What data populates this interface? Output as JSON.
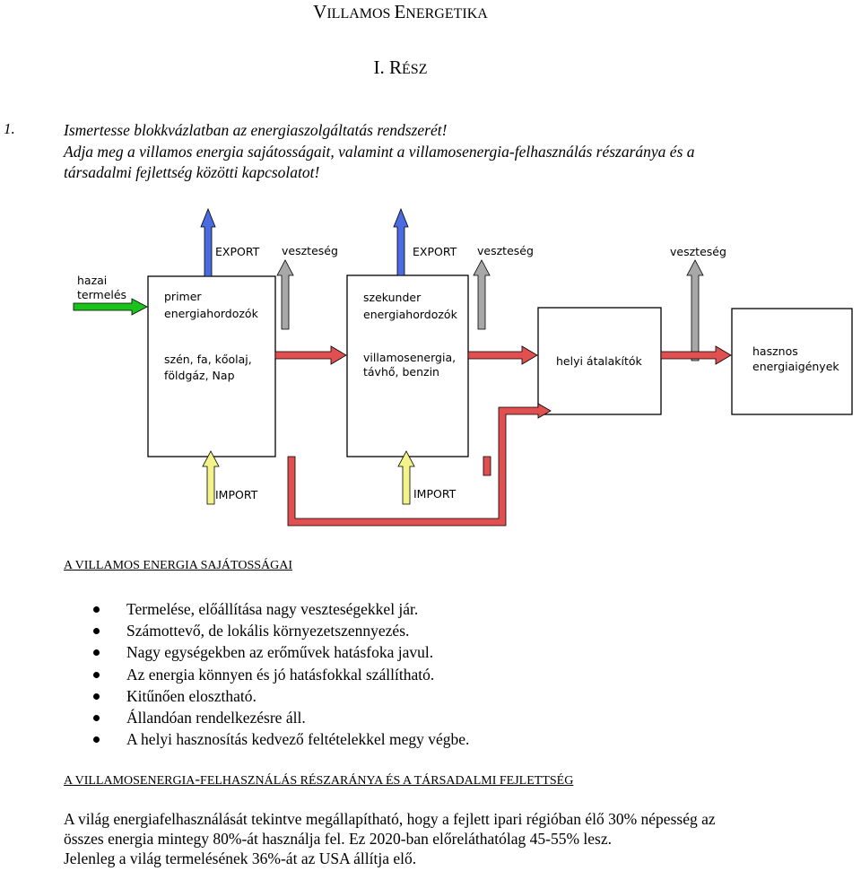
{
  "title": {
    "first": "V",
    "rest": "ILLAMOS ",
    "second": "E",
    "rest2": "NERGETIKA"
  },
  "part": {
    "first": "I. R",
    "rest": "ÉSZ"
  },
  "question": {
    "number": "1.",
    "lines": [
      "Ismertesse blokkvázlatban az energiaszolgáltatás rendszerét!",
      "Adja meg a villamos energia sajátosságait, valamint a villamosenergia-felhasználás részaránya és a",
      "társadalmi fejlettség közötti kapcsolatot!"
    ]
  },
  "diagram": {
    "hazai": [
      "hazai",
      "termelés"
    ],
    "export_label": "EXPORT",
    "import_label": "IMPORT",
    "loss_label": "veszteség",
    "box1": [
      "primer",
      "energiahordozók",
      "",
      "szén, fa, kőolaj,",
      "földgáz, Nap"
    ],
    "box2": [
      "szekunder",
      "energiahordozók",
      "",
      "villamosenergia,",
      "távhő, benzin"
    ],
    "box3": [
      "helyi átalakítók"
    ],
    "box4": [
      "hasznos",
      "energiaigények"
    ],
    "colors": {
      "export": "#4a6ce0",
      "import": "#f3f38a",
      "loss": "#a8a8a8",
      "domestic": "#1cc21c",
      "flow": "#e05050"
    }
  },
  "section1": {
    "heading": "A VILLAMOS ENERGIA SAJÁTOSSÁGAI",
    "bullets": [
      "Termelése, előállítása nagy veszteségekkel jár.",
      "Számottevő, de lokális környezetszennyezés.",
      "Nagy egységekben az erőművek hatásfoka javul.",
      "Az energia könnyen és jó hatásfokkal szállítható.",
      "Kitűnően elosztható.",
      "Állandóan rendelkezésre áll.",
      "A helyi hasznosítás kedvező feltételekkel megy végbe."
    ]
  },
  "section2": {
    "heading": {
      "a": "A VILLAMOSENERGIA",
      "b": "-",
      "c": "FELHASZNÁLÁS RÉSZARÁNYA ÉS A TÁRSADALMI FEJLETTSÉG"
    },
    "lines": [
      "A világ energiafelhasználását tekintve megállapítható, hogy a fejlett ipari régióban élő 30% népesség az",
      "összes energia mintegy 80%-át használja fel. Ez 2020-ban előreláthatólag 45-55% lesz.",
      "Jelenleg a világ termelésének 36%-át az USA állítja elő."
    ]
  }
}
